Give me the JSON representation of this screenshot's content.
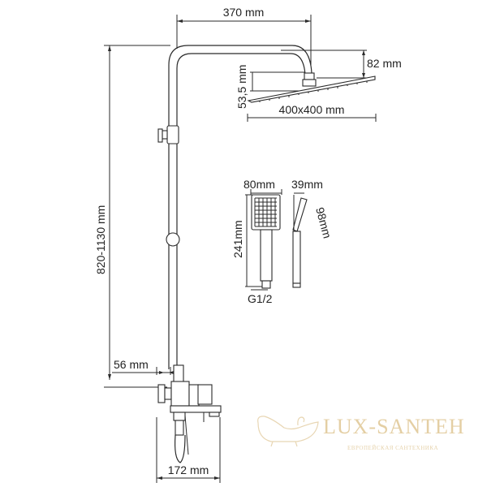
{
  "dimensions": {
    "arm_length": "370 mm",
    "head_offset": "82 mm",
    "head_height": "53,5 mm",
    "head_size": "400x400 mm",
    "height_range": "820-1130 mm",
    "mixer_offset": "56 mm",
    "mixer_width": "172 mm",
    "hand_width": "80mm",
    "hand_depth": "39mm",
    "hand_length": "241mm",
    "hand_head_length": "98mm",
    "thread": "G1/2"
  },
  "logo": {
    "name": "LUX-SANTEH",
    "tagline": "ЕВРОПЕЙСКАЯ САНТЕХНИКА",
    "color": "#e4cfa4"
  },
  "colors": {
    "line": "#2a2a2a",
    "background": "#ffffff"
  }
}
